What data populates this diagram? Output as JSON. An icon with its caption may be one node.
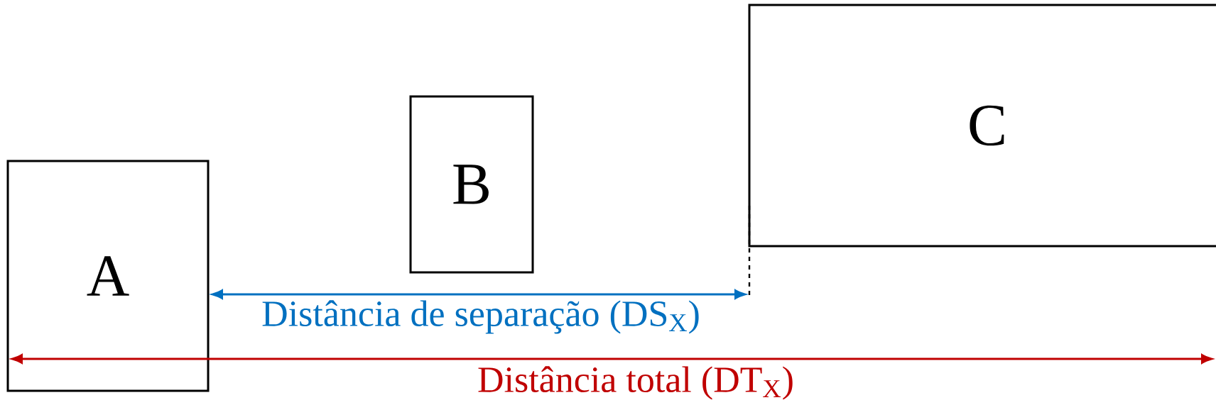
{
  "diagram": {
    "nodes": [
      {
        "text": [
          "A"
        ]
      },
      {
        "text": [
          "B"
        ]
      },
      {
        "text": [
          "C"
        ]
      }
    ],
    "labels": [
      "Distância de separação (DS$_{X}$)",
      "Distância total (DT$_{X}$)"
    ]
  }
}
